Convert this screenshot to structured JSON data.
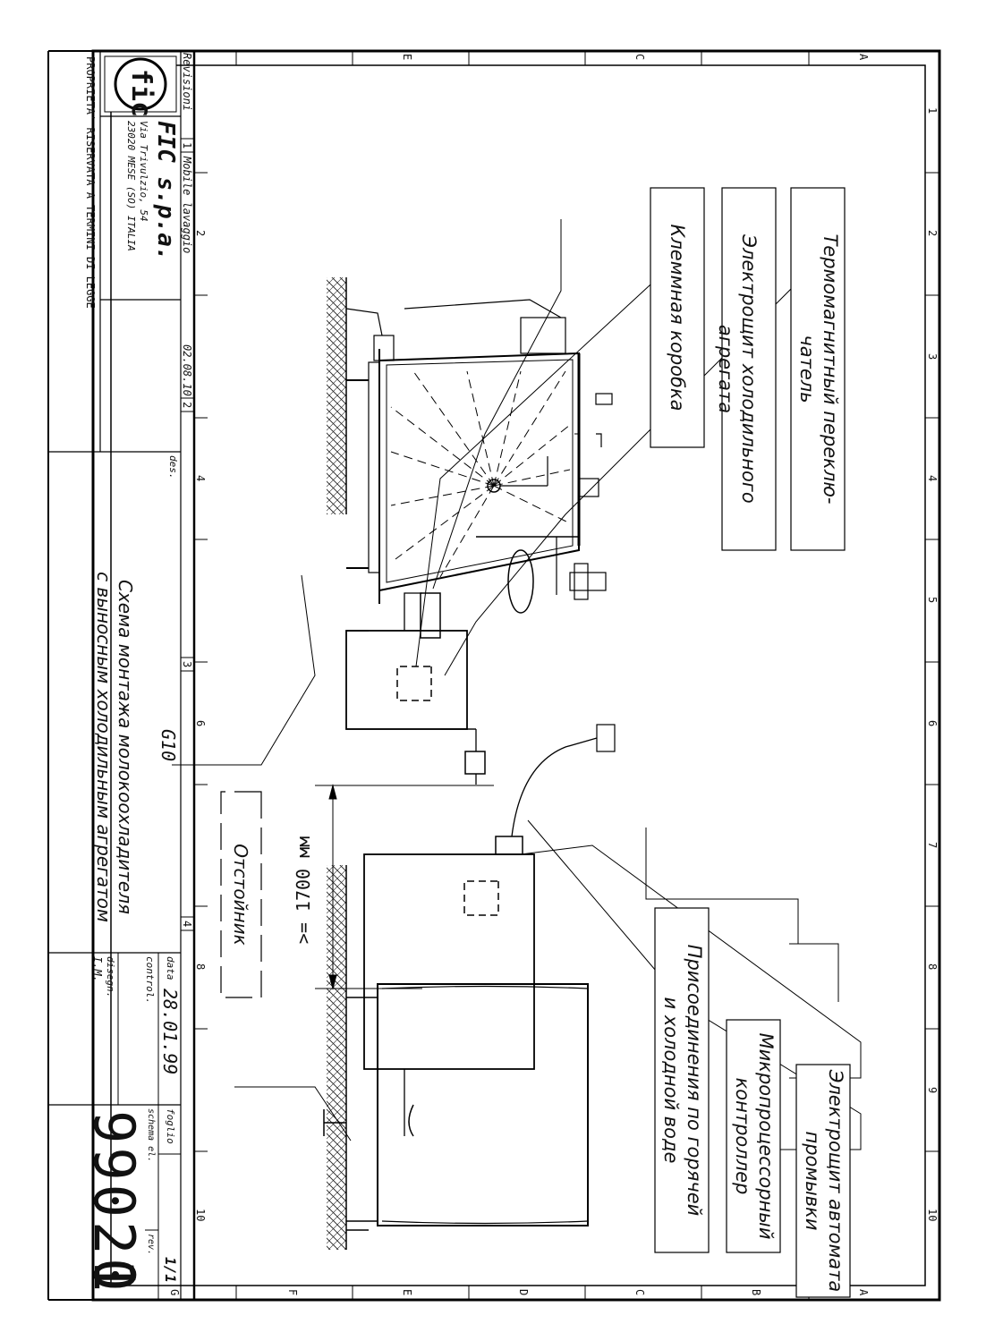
{
  "labels": {
    "washer_panel_line1": "Электрощит автомата",
    "washer_panel_line2": "промывки",
    "controller_line1": "Микропроцессорный",
    "controller_line2": "контроллер",
    "water_line1": "Присоединения по горячей",
    "water_line2": "и холодной воде",
    "breaker_line1": "Термомагнитный переклю-",
    "breaker_line2": "чатель",
    "unit_panel": "Электрощит холодильного агрегата",
    "terminal_box": "Клеммная коробка",
    "settler": "Отстойник",
    "distance": ">= 1700 мм"
  },
  "title_block": {
    "model": "G10",
    "title_line1": "Схема монтажа молокоохладителя",
    "title_line2": "с выносным холодильным агрегатом",
    "company": "FIC s.p.a.",
    "address_line1": "Via Trivulzio, 54",
    "address_line2": "23020 MESE (SO) ITALIA",
    "property": "PROPRIETA' RISERVATA A TERMINI DI LEGGE",
    "des_label": "des.",
    "data_label": "data",
    "date": "28.01.99",
    "control_label": "control.",
    "disegn_label": "disegn.",
    "disegn_value": "I.M.",
    "foglio_label": "foglio",
    "sheet": "1/1",
    "schema_label": "schema el.",
    "rev_label": "rev.",
    "drawing_number": "99020",
    "revision": "1"
  },
  "revisions": {
    "label": "Revisioni",
    "items": [
      {
        "num": "1",
        "text": "Mobile lavaggio"
      },
      {
        "num": "2",
        "text": "02.08.10"
      },
      {
        "num": "3",
        "text": ""
      },
      {
        "num": "4",
        "text": ""
      }
    ]
  },
  "grid": {
    "columns": [
      "1",
      "2",
      "3",
      "4",
      "5",
      "6",
      "7",
      "8",
      "9",
      "10"
    ],
    "rows": [
      "A",
      "B",
      "C",
      "D",
      "E",
      "F",
      "G"
    ]
  },
  "logo_text": "fic"
}
